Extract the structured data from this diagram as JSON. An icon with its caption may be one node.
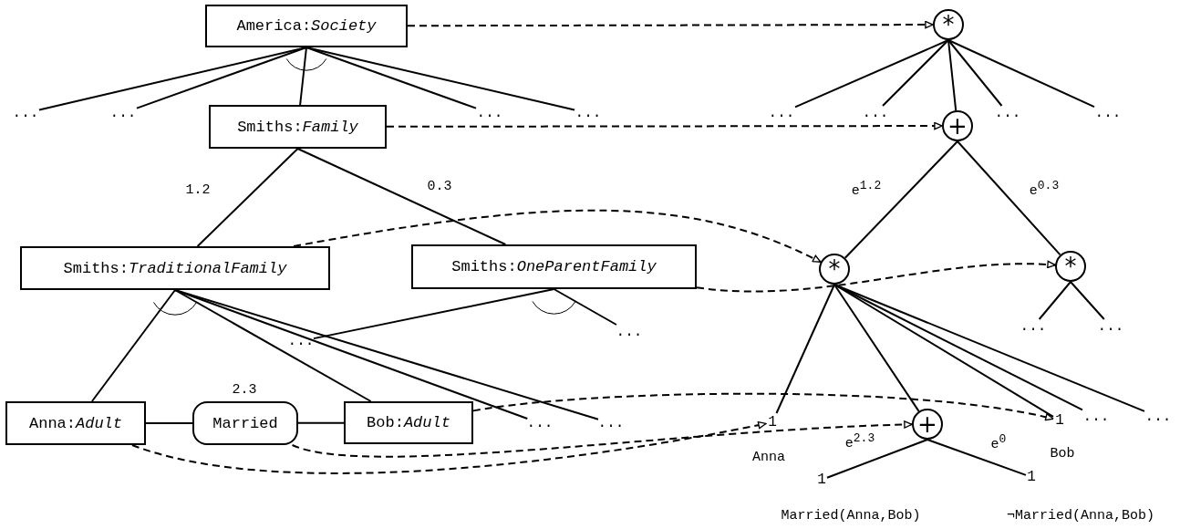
{
  "diagram": {
    "nodes": [
      {
        "text": [
          "America:*Society*"
        ]
      },
      {
        "text": [
          "..."
        ]
      },
      {
        "text": [
          "..."
        ]
      },
      {
        "text": [
          "Smiths:*Family*"
        ]
      },
      {
        "text": [
          "..."
        ]
      },
      {
        "text": [
          "..."
        ]
      },
      {
        "text": [
          "Smiths:*TraditionalFamily*"
        ]
      },
      {
        "text": [
          "Smiths:*OneParentFamily*"
        ]
      },
      {
        "text": [
          "..."
        ]
      },
      {
        "text": [
          "..."
        ]
      },
      {
        "text": [
          "Anna:*Adult*"
        ]
      },
      {
        "text": [
          "Married"
        ],
        "beside": [
          "2.3"
        ]
      },
      {
        "text": [
          "Bob:*Adult*"
        ]
      },
      {
        "text": [
          "..."
        ]
      },
      {
        "text": [
          "..."
        ]
      },
      {
        "text": [
          "*"
        ]
      },
      {
        "text": [
          "..."
        ]
      },
      {
        "text": [
          "..."
        ]
      },
      {
        "text": [
          "+"
        ]
      },
      {
        "text": [
          "..."
        ]
      },
      {
        "text": [
          "..."
        ]
      },
      {
        "text": [
          "*"
        ]
      },
      {
        "text": [
          "*"
        ]
      },
      {
        "text": [
          "..."
        ]
      },
      {
        "text": [
          "..."
        ]
      },
      {
        "text": [
          "1"
        ],
        "beside": [
          "Anna"
        ]
      },
      {
        "text": [
          "+"
        ]
      },
      {
        "text": [
          "1"
        ],
        "beside": [
          "Bob"
        ]
      },
      {
        "text": [
          "..."
        ]
      },
      {
        "text": [
          "..."
        ]
      },
      {
        "text": [
          "1"
        ],
        "beside": [
          "Married(Anna,Bob)"
        ]
      },
      {
        "text": [
          "1"
        ],
        "beside": [
          "¬Married(Anna,Bob)"
        ]
      }
    ],
    "edges": [
      {
        "from": 0,
        "to": 1,
        "arrow": "none"
      },
      {
        "from": 0,
        "to": 2,
        "arrow": "none"
      },
      {
        "from": 0,
        "to": 3,
        "arrow": "none"
      },
      {
        "from": 0,
        "to": 4,
        "arrow": "none"
      },
      {
        "from": 0,
        "to": 5,
        "arrow": "none"
      },
      {
        "from": 3,
        "to": 6,
        "arrow": "none",
        "label": "1.2"
      },
      {
        "from": 3,
        "to": 7,
        "arrow": "none",
        "label": "0.3"
      },
      {
        "from": 6,
        "to": 10,
        "arrow": "none"
      },
      {
        "from": 6,
        "to": 12,
        "arrow": "none"
      },
      {
        "from": 6,
        "to": 13,
        "arrow": "none"
      },
      {
        "from": 6,
        "to": 14,
        "arrow": "none"
      },
      {
        "from": 7,
        "to": 8,
        "arrow": "none"
      },
      {
        "from": 7,
        "to": 9,
        "arrow": "none"
      },
      {
        "from": 10,
        "to": 11,
        "arrow": "none"
      },
      {
        "from": 11,
        "to": 12,
        "arrow": "none"
      },
      {
        "from": 15,
        "to": 16,
        "arrow": "none"
      },
      {
        "from": 15,
        "to": 17,
        "arrow": "none"
      },
      {
        "from": 15,
        "to": 18,
        "arrow": "none"
      },
      {
        "from": 15,
        "to": 19,
        "arrow": "none"
      },
      {
        "from": 15,
        "to": 20,
        "arrow": "none"
      },
      {
        "from": 18,
        "to": 21,
        "arrow": "none",
        "label": "e$^{1.2}$"
      },
      {
        "from": 18,
        "to": 22,
        "arrow": "none",
        "label": "e$^{0.3}$"
      },
      {
        "from": 22,
        "to": 23,
        "arrow": "none"
      },
      {
        "from": 22,
        "to": 24,
        "arrow": "none"
      },
      {
        "from": 21,
        "to": 25,
        "arrow": "none"
      },
      {
        "from": 21,
        "to": 26,
        "arrow": "none"
      },
      {
        "from": 21,
        "to": 27,
        "arrow": "none"
      },
      {
        "from": 21,
        "to": 28,
        "arrow": "none"
      },
      {
        "from": 21,
        "to": 29,
        "arrow": "none"
      },
      {
        "from": 26,
        "to": 30,
        "arrow": "none",
        "label": "e$^{2.3}$"
      },
      {
        "from": 26,
        "to": 31,
        "arrow": "none",
        "label": "e$^{0}$"
      },
      {
        "from": 0,
        "to": 15,
        "arrow": "to",
        "style": "dashed"
      },
      {
        "from": 3,
        "to": 18,
        "arrow": "to",
        "style": "dashed"
      },
      {
        "from": 6,
        "to": 21,
        "arrow": "to",
        "style": "dashed"
      },
      {
        "from": 7,
        "to": 22,
        "arrow": "to",
        "style": "dashed"
      },
      {
        "from": 10,
        "to": 25,
        "arrow": "to",
        "style": "dashed"
      },
      {
        "from": 11,
        "to": 26,
        "arrow": "to",
        "style": "dashed"
      },
      {
        "from": 12,
        "to": 27,
        "arrow": "to",
        "style": "dashed"
      }
    ]
  }
}
